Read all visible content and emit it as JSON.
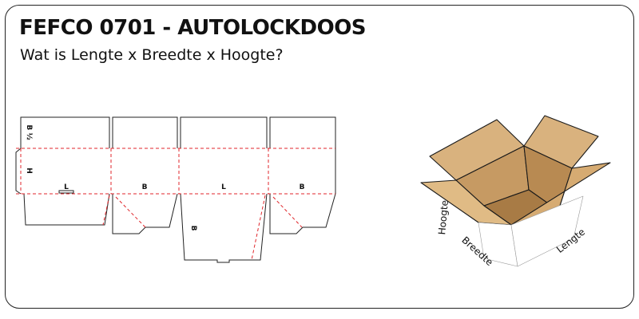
{
  "header": {
    "title": "FEFCO 0701 - AUTOLOCKDOOS",
    "subtitle": "Wat is Lengte x Breedte x Hoogte?"
  },
  "dieline": {
    "labels": {
      "half_b": "B ½",
      "height": "H",
      "length": "L",
      "width": "B"
    },
    "colors": {
      "cut_line": "#222222",
      "fold_line": "#e0262b"
    }
  },
  "box_3d": {
    "labels": {
      "height": "Hoogte",
      "width": "Breedte",
      "length": "Lengte"
    },
    "colors": {
      "cardboard_light": "#d9b27e",
      "cardboard_dark": "#c69a63",
      "cardboard_shadow": "#a87b45",
      "edge": "#1a1a1a"
    }
  }
}
